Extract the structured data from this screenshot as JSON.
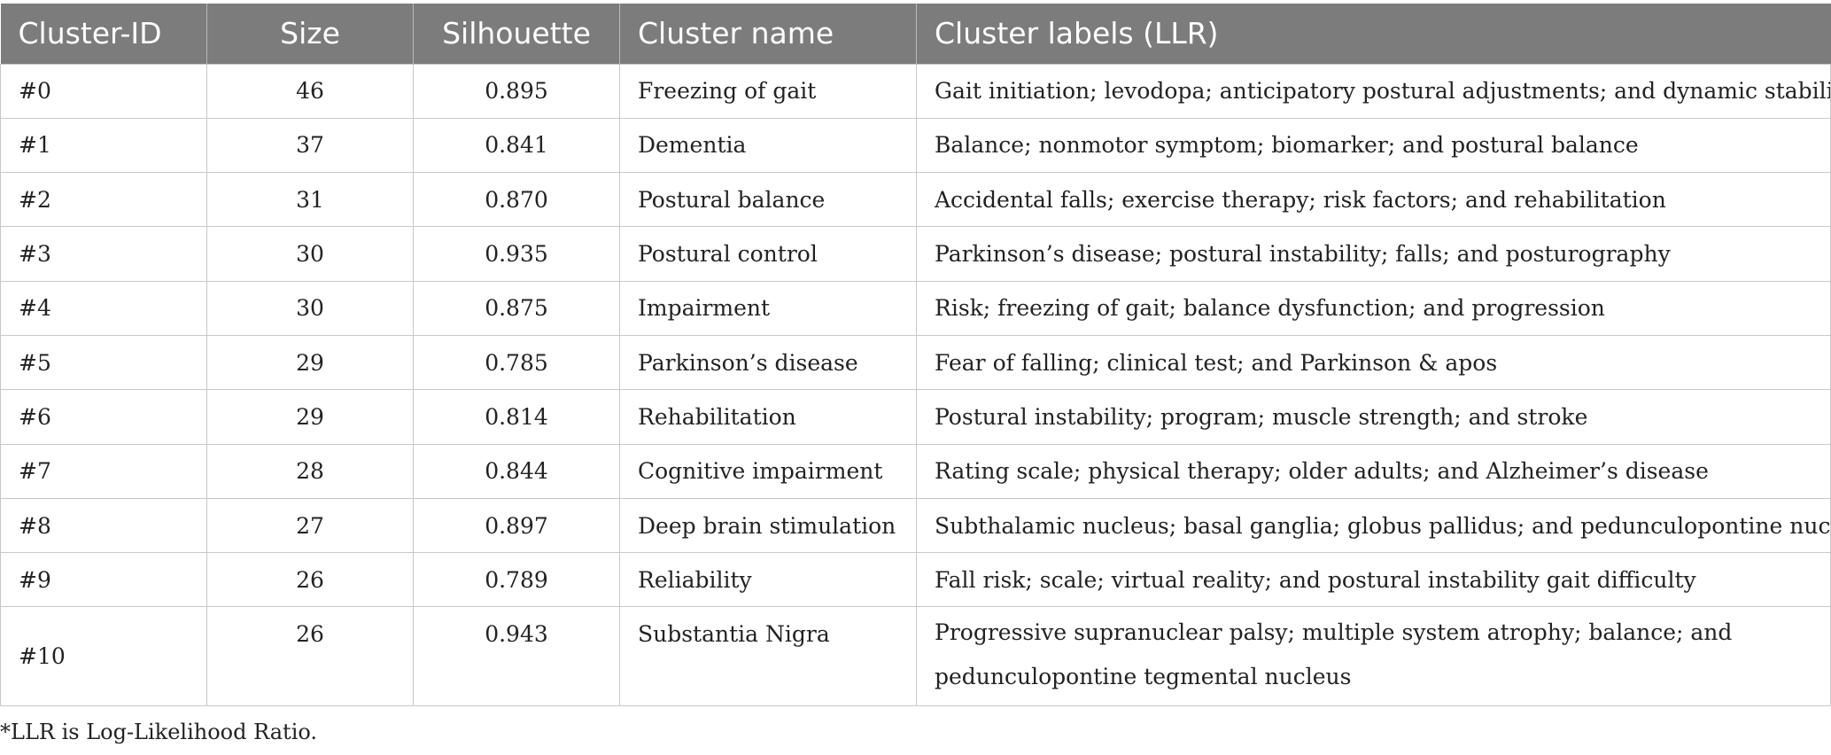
{
  "table": {
    "headers": [
      "Cluster-ID",
      "Size",
      "Silhouette",
      "Cluster name",
      "Cluster labels (LLR)"
    ],
    "rows": [
      [
        "#0",
        "46",
        "0.895",
        "Freezing of gait",
        "Gait initiation; levodopa; anticipatory postural adjustments; and dynamic stability"
      ],
      [
        "#1",
        "37",
        "0.841",
        "Dementia",
        "Balance; nonmotor symptom; biomarker; and postural balance"
      ],
      [
        "#2",
        "31",
        "0.870",
        "Postural balance",
        "Accidental falls; exercise therapy; risk factors; and rehabilitation"
      ],
      [
        "#3",
        "30",
        "0.935",
        "Postural control",
        "Parkinson’s disease; postural instability; falls; and posturography"
      ],
      [
        "#4",
        "30",
        "0.875",
        "Impairment",
        "Risk; freezing of gait; balance dysfunction; and progression"
      ],
      [
        "#5",
        "29",
        "0.785",
        "Parkinson’s disease",
        "Fear of falling; clinical test; and Parkinson & apos"
      ],
      [
        "#6",
        "29",
        "0.814",
        "Rehabilitation",
        "Postural instability; program; muscle strength; and stroke"
      ],
      [
        "#7",
        "28",
        "0.844",
        "Cognitive impairment",
        "Rating scale; physical therapy; older adults; and Alzheimer’s disease"
      ],
      [
        "#8",
        "27",
        "0.897",
        "Deep brain stimulation",
        "Subthalamic nucleus; basal ganglia; globus pallidus; and pedunculopontine nucleus"
      ],
      [
        "#9",
        "26",
        "0.789",
        "Reliability",
        "Fall risk; scale; virtual reality; and postural instability gait difficulty"
      ],
      [
        "#10",
        "26",
        "0.943",
        "Substantia Nigra",
        "Progressive supranuclear palsy; multiple system atrophy; balance; and pedunculopontine tegmental nucleus"
      ]
    ]
  },
  "footnote": "*LLR is Log-Likelihood Ratio."
}
